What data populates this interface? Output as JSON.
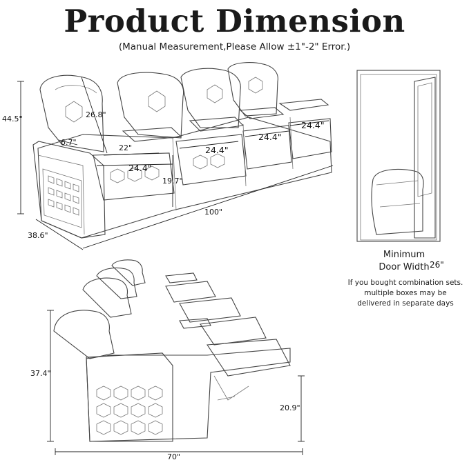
{
  "header": {
    "title": "Product Dimension",
    "subtitle": "(Manual Measurement,Please Allow ±1\"-2\" Error.)"
  },
  "upper_view": {
    "height_label": "44.5\"",
    "arm_label": "6.7\"",
    "back_label": "26.8\"",
    "seat_depth_label": "22\"",
    "seat_width_labels": [
      "24.4\"",
      "24.4\"",
      "24.4\"",
      "24.4\""
    ],
    "seat_height_label": "19.7\"",
    "total_width_label": "100\"",
    "depth_label": "38.6\""
  },
  "door": {
    "title_line1": "Minimum",
    "title_line2": "Door Width",
    "width_value": "26\"",
    "note_line1": "If you bought combination sets.",
    "note_line2": "multiple boxes may be",
    "note_line3": "delivered in separate days"
  },
  "lower_view": {
    "height_label": "37.4\"",
    "footrest_height_label": "20.9\"",
    "depth_label": "70\""
  },
  "colors": {
    "ink": "#1a1a1a",
    "sketch": "#444444",
    "background": "#ffffff"
  }
}
